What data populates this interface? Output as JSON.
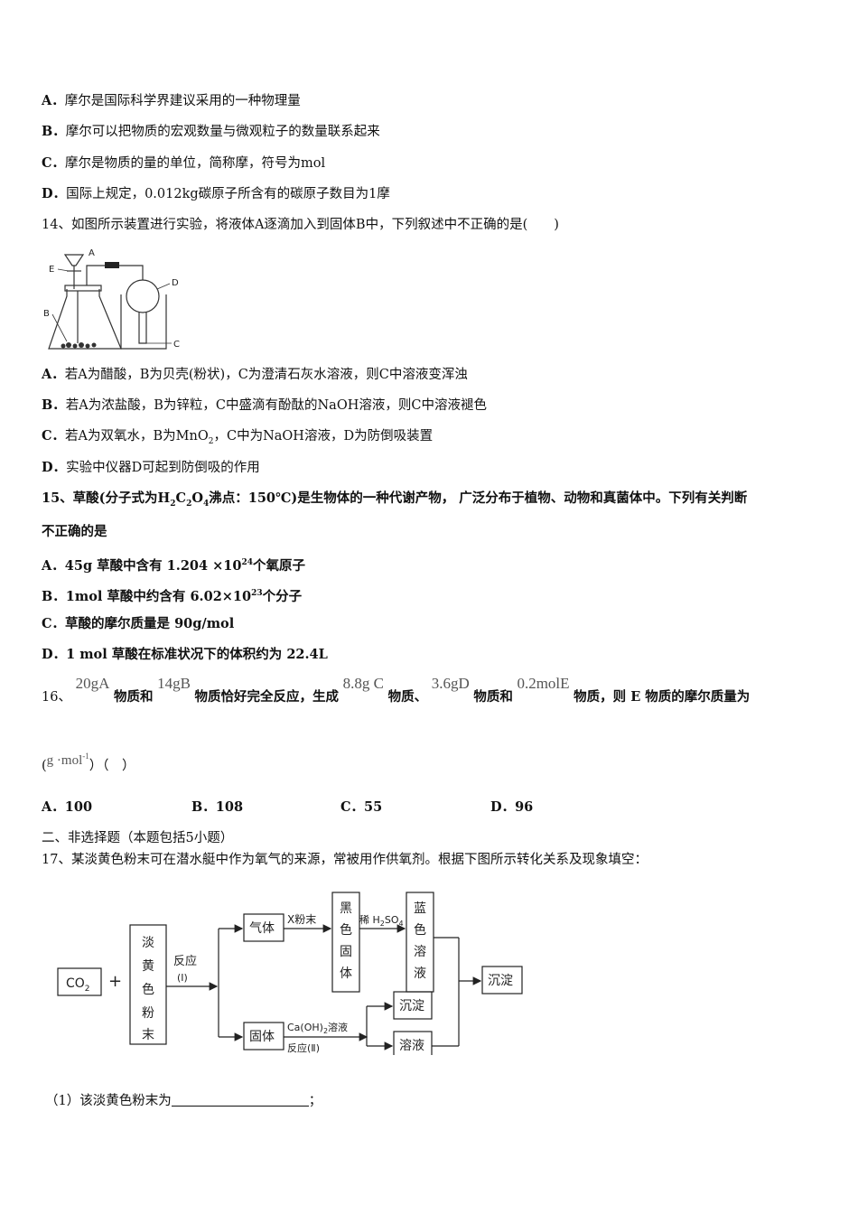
{
  "q13": {
    "options": [
      {
        "label": "A．",
        "text": "摩尔是国际科学界建议采用的一种物理量"
      },
      {
        "label": "B．",
        "text": "摩尔可以把物质的宏观数量与微观粒子的数量联系起来"
      },
      {
        "label": "C．",
        "text": "摩尔是物质的量的单位，简称摩，符号为mol"
      },
      {
        "label": "D．",
        "text": "国际上规定，0.012kg碳原子所含有的碳原子数目为1摩"
      }
    ]
  },
  "q14": {
    "stem": "14、如图所示装置进行实验，将液体A逐滴加入到固体B中，下列叙述中不正确的是(　　)",
    "figure_labels": {
      "A": "A",
      "B": "B",
      "C": "C",
      "D": "D",
      "E": "E"
    },
    "options": [
      {
        "label": "A．",
        "text": "若A为醋酸，B为贝壳(粉状)，C为澄清石灰水溶液，则C中溶液变浑浊"
      },
      {
        "label": "B．",
        "text": "若A为浓盐酸，B为锌粒，C中盛滴有酚酞的NaOH溶液，则C中溶液褪色"
      },
      {
        "label": "C．",
        "text_before": "若A为双氧水，B为MnO",
        "sub": "2",
        "text_after": "，C中为NaOH溶液，D为防倒吸装置"
      },
      {
        "label": "D．",
        "text": "实验中仪器D可起到防倒吸的作用"
      }
    ]
  },
  "q15": {
    "stem_a": "15、草酸(分子式为",
    "formula": [
      "H",
      "2",
      "C",
      "2",
      "O",
      "4"
    ],
    "stem_b": "沸点：150℃)是生物体的一种代谢产物， 广泛分布于植物、动物和真菌体中。下列有关判断",
    "stem_line2": "不正确的是",
    "options": [
      {
        "label": "A．",
        "pre": "45g 草酸中含有 1.204 ×10",
        "sup": "24",
        "post": "个氧原子"
      },
      {
        "label": "B．",
        "pre": "1mol 草酸中约含有 6.02×10",
        "sup": "23",
        "post": "个分子"
      },
      {
        "label": "C．",
        "pre": "草酸的摩尔质量是 90g/mol",
        "sup": "",
        "post": ""
      },
      {
        "label": "D．",
        "pre": "1 mol 草酸在标准状况下的体积约为 22.4L",
        "sup": "",
        "post": ""
      }
    ]
  },
  "q16": {
    "num": "16、",
    "f1": "20gA",
    "t1": "物质和",
    "f2": "14gB",
    "t2": "物质恰好完全反应，生成",
    "f3": "8.8g C",
    "t3": "物质、",
    "f4": "3.6gD",
    "t4": "物质和",
    "f5": "0.2molE",
    "t5": "物质，则 E 物质的摩尔质量为",
    "unit_open": "(",
    "unit": "g ·mol",
    "unit_sup": "-1",
    "unit_close": "）（　）",
    "options": [
      {
        "label": "A．",
        "text": "100"
      },
      {
        "label": "B．",
        "text": "108"
      },
      {
        "label": "C．",
        "text": "55"
      },
      {
        "label": "D．",
        "text": "96"
      }
    ]
  },
  "section2": {
    "title": "二、非选择题（本题包括5小题）"
  },
  "q17": {
    "stem": "17、某淡黄色粉末可在潜水艇中作为氧气的来源，常被用作供氧剂。根据下图所示转化关系及现象填空：",
    "flow": {
      "co2": "CO",
      "co2_sub": "2",
      "plus": "+",
      "powder": [
        "淡",
        "黄",
        "色",
        "粉",
        "末"
      ],
      "reaction1": "反应",
      "reaction1_num": "(Ⅰ)",
      "gas": "气体",
      "x_powder": "X粉末",
      "black_solid": [
        "黑",
        "色",
        "固",
        "体"
      ],
      "dilute_h2so4": "稀 H",
      "h2so4_sub1": "2",
      "h2so4_mid": "SO",
      "h2so4_sub2": "4",
      "blue_solution": [
        "蓝",
        "色",
        "溶",
        "液"
      ],
      "precipitate_final": "沉淀",
      "solid": "固体",
      "caoh2": "Ca(OH)",
      "caoh2_sub": "2",
      "caoh2_tail": "溶液",
      "reaction2": "反应(Ⅱ)",
      "precipitate": "沉淀",
      "solution": "溶液"
    },
    "sub1": "（1）该淡黄色粉末为",
    "sub1_end": "；"
  }
}
